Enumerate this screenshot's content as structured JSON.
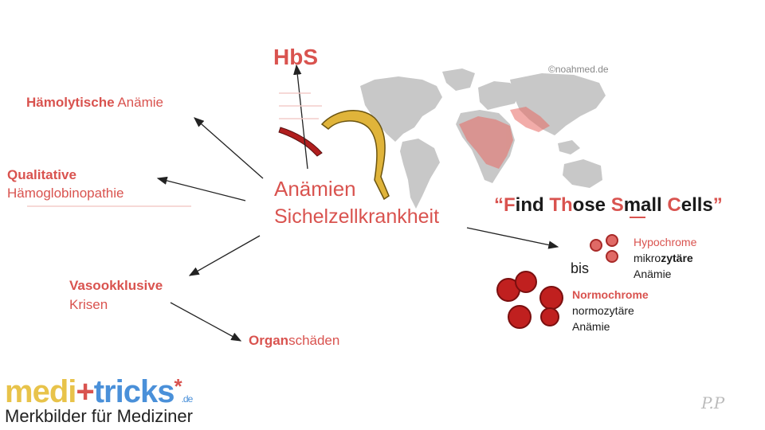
{
  "title": "HbS",
  "copyright": "©noahmed.de",
  "center": {
    "line1": "Anämien",
    "line2": "Sichelzellkrankheit"
  },
  "branches": {
    "haemolytisch": {
      "bold": "Hämolytische",
      "rest": " Anämie"
    },
    "qualitativ": {
      "line1": "Qualitative",
      "line2": "Hämoglobinopathie"
    },
    "vaso": {
      "line1": "Vasookklusive",
      "line2": "Krisen"
    },
    "organ": {
      "bold": "Organ",
      "rest": "schäden"
    }
  },
  "slogan": {
    "open": "“",
    "words": [
      {
        "first": "F",
        "rest": "ind "
      },
      {
        "first": "Th",
        "rest": "ose "
      },
      {
        "first": "S",
        "rest": "mall "
      },
      {
        "first": "C",
        "rest": "ells"
      }
    ],
    "close": "”"
  },
  "bis": "bis",
  "hypo": {
    "line1": "Hypochrome",
    "line2a": "mikro",
    "line2b": "zytäre",
    "line3": "Anämie"
  },
  "normo": {
    "line1": "Normochrome",
    "line2": "normozytäre",
    "line3": "Anämie"
  },
  "logo": {
    "part1": "medi",
    "plus": "+",
    "part2": "tricks",
    "star": "*",
    "de": ".de",
    "subtitle": "Merkbilder für Mediziner"
  },
  "signature": "P.P",
  "colors": {
    "accent": "#d9534f",
    "logo_yellow": "#e8c34a",
    "logo_blue": "#4a90d9",
    "map": "#c8c8c8",
    "cell": "#c0201f"
  }
}
